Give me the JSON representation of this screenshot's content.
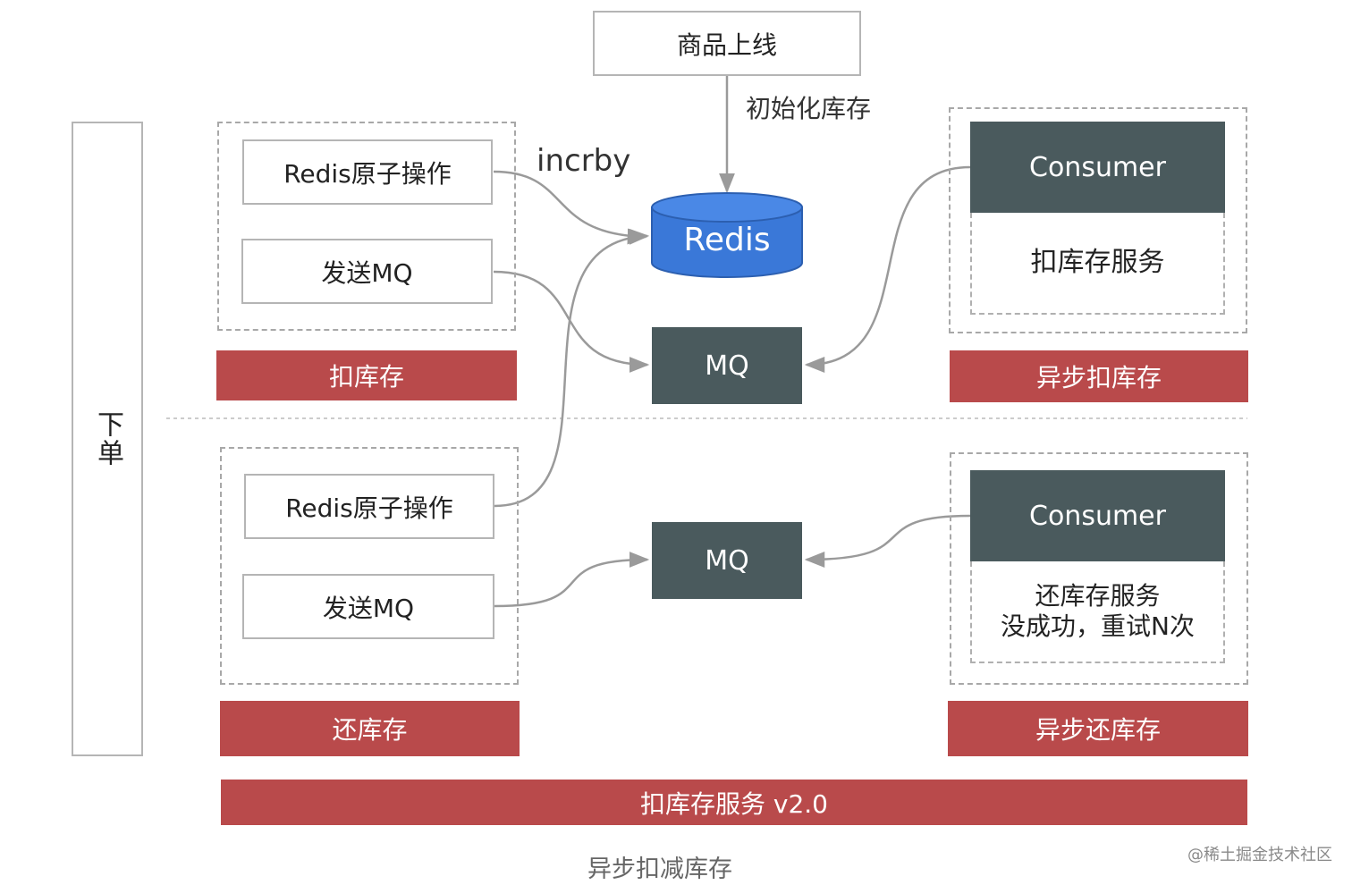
{
  "top": {
    "product_online": "商品上线",
    "init_stock": "初始化库存"
  },
  "left": {
    "order": "下单"
  },
  "deduct": {
    "redis_atomic": "Redis原子操作",
    "send_mq": "发送MQ",
    "label": "扣库存",
    "incrby": "incrby"
  },
  "center": {
    "redis": "Redis",
    "mq_top": "MQ",
    "mq_bottom": "MQ"
  },
  "async_deduct": {
    "consumer": "Consumer",
    "service": "扣库存服务",
    "label": "异步扣库存"
  },
  "restore": {
    "redis_atomic": "Redis原子操作",
    "send_mq": "发送MQ",
    "label": "还库存"
  },
  "async_restore": {
    "consumer": "Consumer",
    "service_line1": "还库存服务",
    "service_line2": "没成功，重试N次",
    "label": "异步还库存"
  },
  "bottom_bar": "扣库存服务 v2.0",
  "caption": "异步扣减库存",
  "watermark": "@稀土掘金技术社区",
  "colors": {
    "red": "#b94a4b",
    "dark": "#4a5a5d",
    "redis_blue": "#3a78d8"
  }
}
